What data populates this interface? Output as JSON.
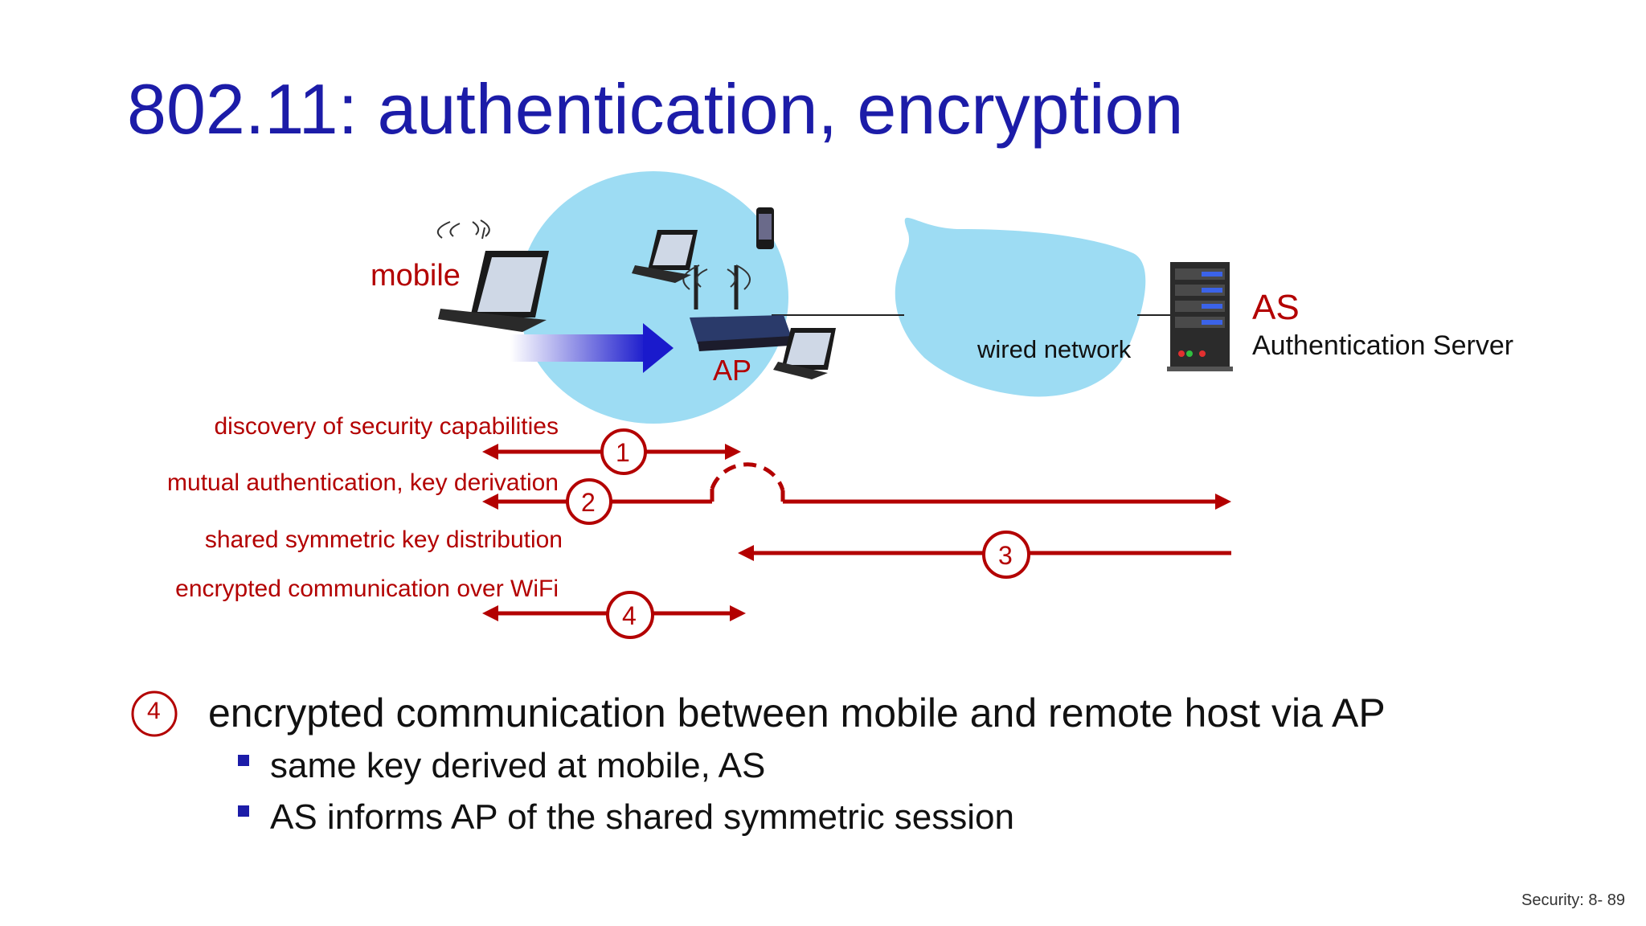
{
  "slide": {
    "title": "802.11: authentication, encryption",
    "footer": "Security: 8- 89"
  },
  "diagram": {
    "mobile_label": "mobile",
    "ap_label": "AP",
    "wired_network_label": "wired network",
    "as_label": "AS",
    "as_full_label": "Authentication Server",
    "steps": [
      {
        "number": "1",
        "label": "discovery of security capabilities"
      },
      {
        "number": "2",
        "label": "mutual authentication, key derivation"
      },
      {
        "number": "3",
        "label": "shared symmetric key distribution"
      },
      {
        "number": "4",
        "label": "encrypted communication over WiFi"
      }
    ],
    "colors": {
      "accent": "#b30000",
      "title": "#1c1ca8",
      "ap_cloud": "#9ddcf3",
      "wired_cloud": "#9ddcf3"
    }
  },
  "body": {
    "step_badge": "4",
    "main_point": "encrypted communication between mobile and remote host via AP",
    "sub_points": [
      "same key derived at mobile, AS",
      "AS informs AP of the shared symmetric session"
    ]
  }
}
